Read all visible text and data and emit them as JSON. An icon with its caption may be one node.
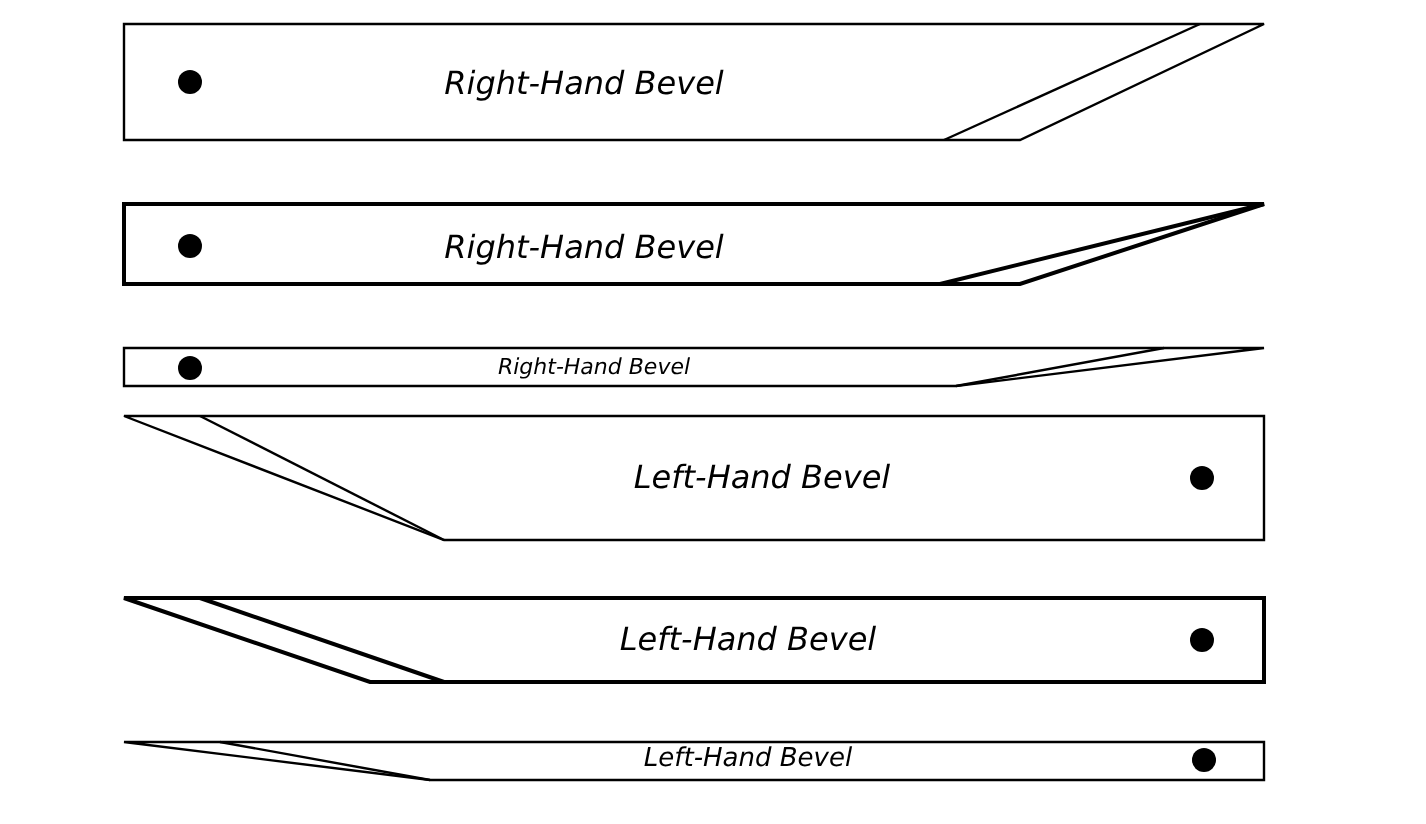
{
  "diagram": {
    "labels": [
      "Right-Hand Bevel",
      "Right-Hand Bevel",
      "Right-Hand Bevel",
      "Left-Hand Bevel",
      "Left-Hand Bevel",
      "Left-Hand Bevel"
    ]
  }
}
